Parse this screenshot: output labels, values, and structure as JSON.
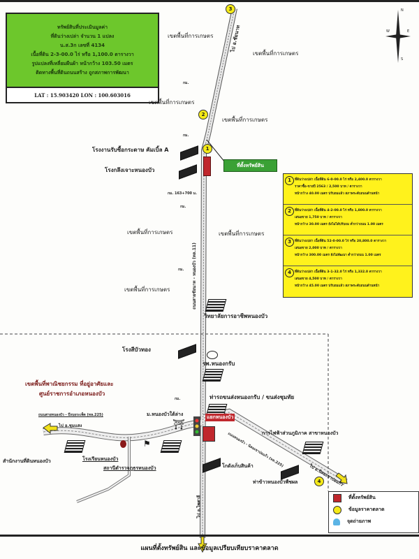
{
  "property_box": {
    "lines": [
      "ทรัพย์สินที่ประเมินมูลค่า",
      "ที่ดินว่างเปล่า จำนวน 1 แปลง",
      "น.ส.3ก เลขที่ 4134",
      "เนื้อที่ดิน 2-3-00.0 ไร่ หรือ 1,100.0 ตารางวา",
      "รูปแปลงที่เหลี่ยมผืนผ้า หน้ากว้าง 103.50 เมตร",
      "ติดทางพื้นที่ดินถนนสร้าง ถูกสภาพการพัฒนา"
    ],
    "coordinates": "LAT : 15.903420 LON : 100.603016"
  },
  "compass": {
    "north": "N",
    "east": "E",
    "west": "W",
    "south": "S"
  },
  "map_labels": {
    "road_north": "ไป อ.ชัยนาท",
    "road_south": "ไป อ.ไพศาลี",
    "road_west": "ไป อ.ชุมแสง",
    "road_east": "ไป อ.นิคมเขาบ่อแก้ว",
    "road_west_name": "ถนนสายหนองบัว - บึงบอระเพ็ด (ทล.225)",
    "road_east_name": "ถนนหนองบัว - นิคมเขาบ่อแก้ว (ทล.225)",
    "road_main_name": "ถนนสายชัยนาท - หนองบัว (ทล.11)",
    "km_marker": "กม.",
    "km_marker_2": "กม. 163+700 ม.",
    "agri_zones": [
      "เขตพื้นที่การเกษตร",
      "เขตพื้นที่การเกษตร",
      "เขตพื้นที่การเกษตร",
      "เขตพื้นที่การเกษตร",
      "เขตพื้นที่การเกษตร",
      "เขตพื้นที่การเกษตร"
    ],
    "asset_location": "ที่ตั้งทรัพย์สิน",
    "factory_1": "โรงงานรับซื้อกระดาษ คัมเบิ้ล A",
    "factory_2": "โรงกลึงเจาะหนองบัว",
    "school": "วิทยาลัยการอาชีพหนองบัว",
    "rice_mill": "โรงสีบัวทอง",
    "hospital": "รพ.หนองกรับ",
    "bus_station": "ท่ารถขนส่งหนองกรับ / ขนส่งชุมทัย",
    "residential_zone": "เขตพื้นที่พาณิชยกรรม ที่อยู่อาศัยและ",
    "residential_zone_2": "ศูนย์ราชการอำเภอหนองบัว",
    "district_office": "สำนักงานที่ดินหนองบัว",
    "school_2": "โรงเรียนหนองบัว",
    "police": "สถานีตำรวจภูธรหนองบัว",
    "temple": "ม.หนองบัวใต้ล่าง",
    "intersection": "แยกหนองบัว",
    "warehouse": "โกดังเก็บสินค้า",
    "electricity": "การไฟฟ้าส่วนภูมิภาค สาขาหนองบัว",
    "port": "ท่าข้าวหนองบัวพืชผล"
  },
  "market_data": [
    {
      "num": "1",
      "lines": [
        "ที่ดินว่างเปล่า เนื้อที่ดิน 6-0-00.0 ไร่ หรือ 2,400.0 ตารางวา",
        "ราคาซื้อ-ขายปี 2563 / 2,500 บาท / ตารางวา",
        "หน้ากว้าง 40.00 เมตร ปรับถมแล้ว สภาพระดับถนนด้านหน้า"
      ]
    },
    {
      "num": "2",
      "lines": [
        "ที่ดินว่างเปล่า เนื้อที่ดิน 4-2-00.0 ไร่ หรือ 1,800.0 ตารางวา",
        "เสนอขาย 1,750 บาท / ตารางวา",
        "หน้ากว้าง 30.00 เมตร ยังไม่ได้ปรับถม ต่ำกว่าถนน 1.00 เมตร"
      ]
    },
    {
      "num": "3",
      "lines": [
        "ที่ดินว่างเปล่า เนื้อที่ดิน 52-0-00.0 ไร่ หรือ 20,800.0 ตารางวา",
        "เสนอขาย 2,000 บาท / ตารางวา",
        "หน้ากว้าง 300.00 เมตร ยังไม่พัฒนา ต่ำกว่าถนน 1.00 เมตร"
      ]
    },
    {
      "num": "4",
      "lines": [
        "ที่ดินว่างเปล่า เนื้อที่ดิน 3-1-32.0 ไร่ หรือ 1,332.0 ตารางวา",
        "เสนอขาย 4,500 บาท / ตารางวา",
        "หน้ากว้าง 45.00 เมตร ปรับถมแล้ว สภาพระดับถนนด้านหน้า"
      ]
    }
  ],
  "legend": {
    "items": [
      {
        "label": "ที่ตั้งทรัพย์สิน",
        "color": "#c0272d"
      },
      {
        "label": "ข้อมูลราคาตลาด",
        "color": "#f5ea18"
      },
      {
        "label": "จุดถ่ายภาพ",
        "color": "#5bb4e5"
      }
    ]
  },
  "caption": "แผนที่ตั้งทรัพย์สิน และข้อมูลเปรียบเทียบราคาตลาด",
  "colors": {
    "green": "#6dc72c",
    "yellow": "#fff21c",
    "red": "#c0272d"
  }
}
